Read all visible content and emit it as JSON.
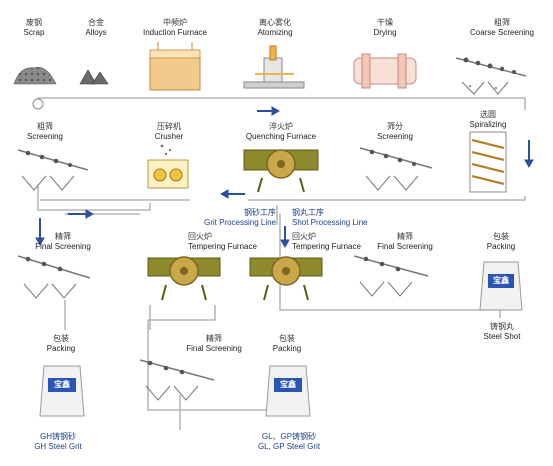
{
  "steps": {
    "scrap": {
      "zh": "废钢",
      "en": "Scrap"
    },
    "alloys": {
      "zh": "合金",
      "en": "Alloys"
    },
    "induction": {
      "zh": "中频炉",
      "en": "Induction Furnace"
    },
    "atomizing": {
      "zh": "离心雾化",
      "en": "Atomizing"
    },
    "drying": {
      "zh": "干燥",
      "en": "Drying"
    },
    "coarse": {
      "zh": "粗筛",
      "en": "Coarse Screening"
    },
    "screening1": {
      "zh": "粗筛",
      "en": "Screening"
    },
    "crusher": {
      "zh": "压碎机",
      "en": "Crusher"
    },
    "quenching": {
      "zh": "淬火炉",
      "en": "Quenching Furnace"
    },
    "screening2": {
      "zh": "筛分",
      "en": "Screening"
    },
    "spiralizing": {
      "zh": "选圆",
      "en": "Spiralizing"
    },
    "grit_line": {
      "zh": "钢砂工序",
      "en": "Grit Processing Line"
    },
    "shot_line": {
      "zh": "钢丸工序",
      "en": "Shot Processing Line"
    },
    "final1": {
      "zh": "精筛",
      "en": "Final Screening"
    },
    "tempering1": {
      "zh": "回火炉",
      "en": "Tempering Furnace"
    },
    "tempering2": {
      "zh": "回火炉",
      "en": "Tempering Furnace"
    },
    "final2": {
      "zh": "精筛",
      "en": "Final Screening"
    },
    "packing1": {
      "zh": "包装",
      "en": "Packing"
    },
    "packing2": {
      "zh": "包装",
      "en": "Packing"
    },
    "final3": {
      "zh": "精筛",
      "en": "Final Screening"
    },
    "packing3": {
      "zh": "包装",
      "en": "Packing"
    }
  },
  "products": {
    "steel_shot": {
      "zh": "铸钢丸",
      "en": "Steel Shot"
    },
    "gh_grit": {
      "zh": "GH铸钢砂",
      "en": "GH Steel Grit"
    },
    "gl_gp_grit": {
      "zh": "GL、GP铸钢砂",
      "en": "GL, GP Steel Grit"
    }
  },
  "bag_logo": "宝鑫",
  "colors": {
    "flow_line": "#9a9a9a",
    "arrow": "#2c4f9e",
    "furnace": "#8d8a2e",
    "gear": "#c9a84a"
  }
}
